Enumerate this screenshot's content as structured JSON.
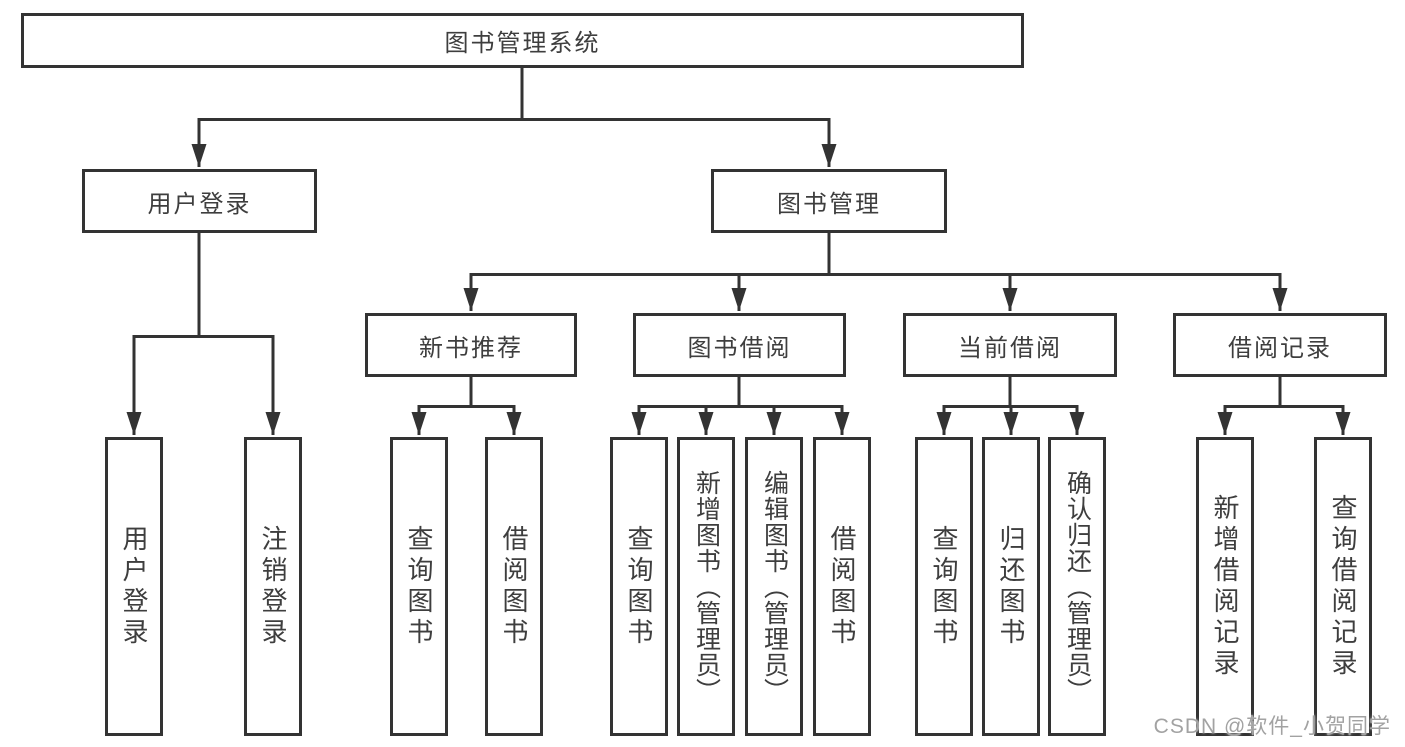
{
  "diagram": {
    "root": {
      "label": "图书管理系统"
    },
    "level1": [
      {
        "label": "用户登录"
      },
      {
        "label": "图书管理"
      }
    ],
    "level2": [
      {
        "label": "新书推荐"
      },
      {
        "label": "图书借阅"
      },
      {
        "label": "当前借阅"
      },
      {
        "label": "借阅记录"
      }
    ],
    "leaves": {
      "user_login": [
        {
          "label": "用户登录"
        },
        {
          "label": "注销登录"
        }
      ],
      "new_book_recommend": [
        {
          "label": "查询图书"
        },
        {
          "label": "借阅图书"
        }
      ],
      "book_borrowing": [
        {
          "label": "查询图书"
        },
        {
          "label": "新增图书（管理员）"
        },
        {
          "label": "编辑图书（管理员）"
        },
        {
          "label": "借阅图书"
        }
      ],
      "current_borrowing": [
        {
          "label": "查询图书"
        },
        {
          "label": "归还图书"
        },
        {
          "label": "确认归还（管理员）"
        }
      ],
      "borrowing_records": [
        {
          "label": "新增借阅记录"
        },
        {
          "label": "查询借阅记录"
        }
      ]
    }
  },
  "watermark": "CSDN @软件_小贺同学",
  "colors": {
    "line": "#333333",
    "text": "#3e3e3e",
    "watermark": "#a2a2a2",
    "background": "#ffffff"
  }
}
